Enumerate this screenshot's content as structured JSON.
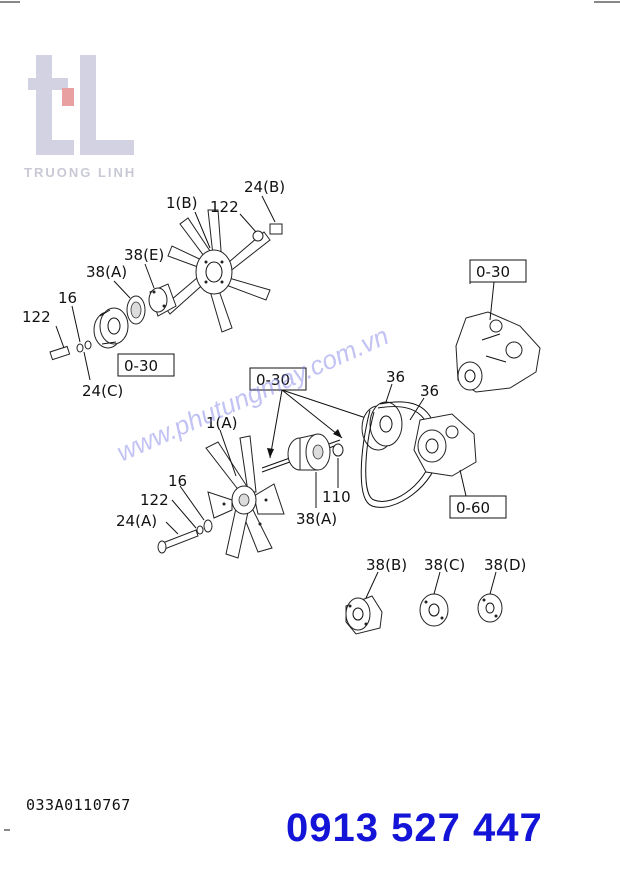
{
  "watermark": {
    "brand": "TRUONG LINH",
    "url": "www.phutungmay.com.vn"
  },
  "labels": {
    "l_24b_top": "24(B)",
    "l_1b": "1(B)",
    "l_122_top": "122",
    "l_38e": "38(E)",
    "l_38a_top": "38(A)",
    "l_16_top": "16",
    "l_122_left": "122",
    "l_24c": "24(C)",
    "l_36_a": "36",
    "l_36_b": "36",
    "l_1a": "1(A)",
    "l_16_bot": "16",
    "l_122_bot": "122",
    "l_24a": "24(A)",
    "l_110": "110",
    "l_38a_bot": "38(A)",
    "l_38b": "38(B)",
    "l_38c": "38(C)",
    "l_38d": "38(D)"
  },
  "refs": {
    "r_030_left": "0-30",
    "r_030_right": "0-30",
    "r_030_mid": "0-30",
    "r_060": "0-60"
  },
  "drawing_number": "033A0110767",
  "phone": "0913 527 447"
}
